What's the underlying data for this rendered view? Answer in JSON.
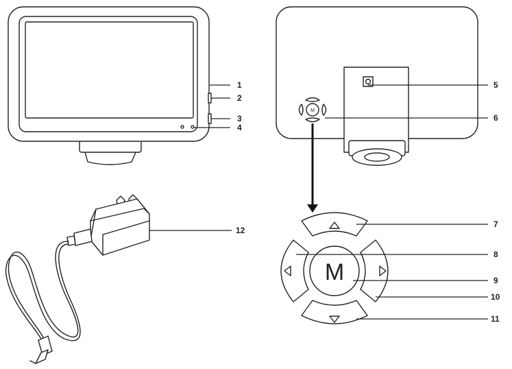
{
  "callouts": {
    "c1": "1",
    "c2": "2",
    "c3": "3",
    "c4": "4",
    "c5": "5",
    "c6": "6",
    "c7": "7",
    "c8": "8",
    "c9": "9",
    "c10": "10",
    "c11": "11",
    "c12": "12"
  },
  "buttons": {
    "menu_small": "M",
    "menu_large": "M"
  },
  "icons": {
    "up": "up-arrow-icon",
    "down": "down-arrow-icon",
    "left": "left-arrow-icon",
    "right": "right-arrow-icon"
  }
}
